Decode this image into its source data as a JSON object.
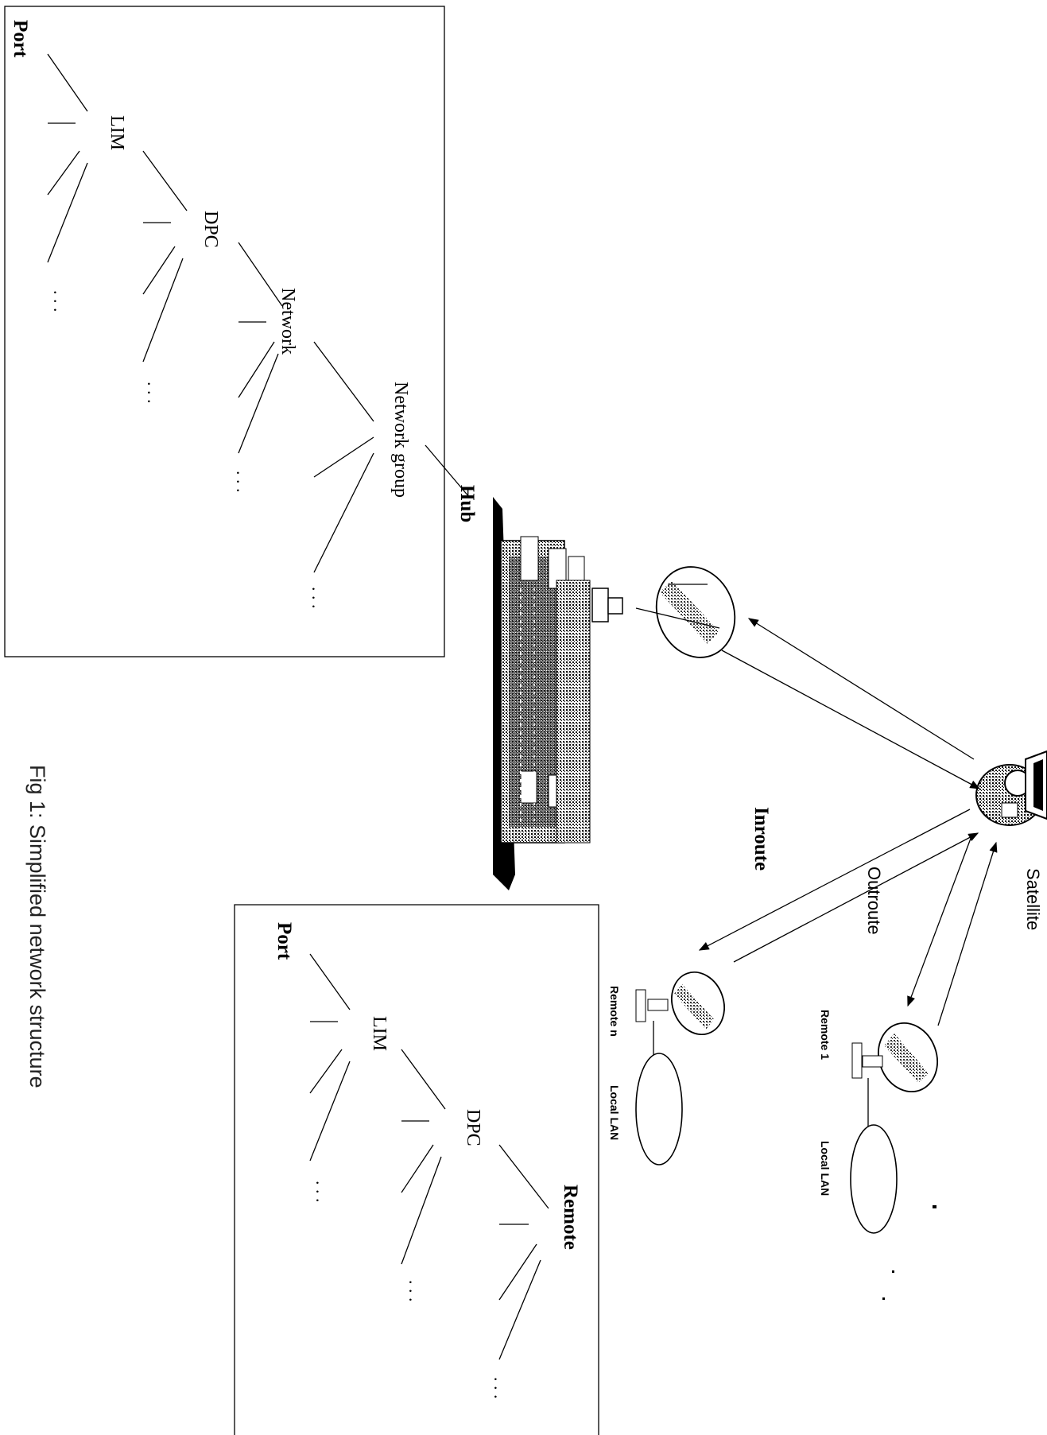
{
  "caption": "Fig 1: Simplified network structure",
  "hub_tree": {
    "root": "Port",
    "level1": "LIM",
    "level2": "DPC",
    "level3": "Network",
    "level4": "Network group",
    "ellipsis": ". . ."
  },
  "remote_tree": {
    "root": "Port",
    "level1": "LIM",
    "level2": "DPC",
    "level3": "Remote",
    "ellipsis": ". . ."
  },
  "network": {
    "hub": "Hub",
    "satellite": "Satellite",
    "inroute": "Inroute",
    "outroute": "Outroute",
    "remote_1": "Remote 1",
    "remote_n": "Remote n",
    "lan_1": "Local LAN",
    "lan_n": "Local LAN"
  },
  "colors": {
    "ink": "#000000",
    "background": "#ffffff"
  }
}
